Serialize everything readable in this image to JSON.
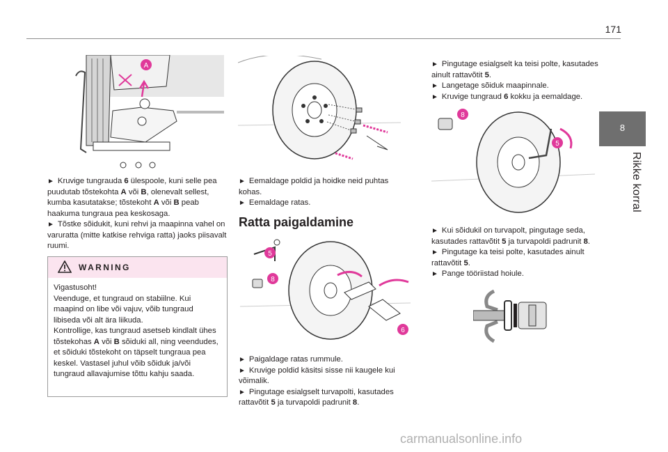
{
  "page": {
    "number": "171",
    "chapter_tab": "8",
    "chapter_title": "Rikke korral",
    "watermark": "carmanualsonline.info"
  },
  "figures": {
    "jack": {
      "callout": "A"
    },
    "bolts": {},
    "mount": {
      "callouts": [
        "5",
        "8",
        "6"
      ]
    },
    "lock": {
      "callouts": [
        "8",
        "5"
      ]
    },
    "bolt_detail": {}
  },
  "col1": {
    "step1": {
      "pre": "Kruvige tungrauda ",
      "b1": "6",
      "mid1": " ülespoole, kuni selle pea puudutab tõstekohta ",
      "b2": "A",
      "mid2": " või ",
      "b3": "B",
      "mid3": ", olenevalt sellest, kumba kasutatakse; tõstekoht ",
      "b4": "A",
      "mid4": " või ",
      "b5": "B",
      "post": " peab haakuma tungraua pea keskosaga."
    },
    "step2": "Tõstke sõidukit, kuni rehvi ja maapinna vahel on varuratta (mitte katkise rehviga ratta) jaoks piisavalt ruumi."
  },
  "warning": {
    "title": "WARNING",
    "line1": "Vigastusoht!",
    "line2": "Veenduge, et tungraud on stabiilne. Kui maapind on libe või vajuv, võib tungraud libiseda või alt ära liikuda.",
    "line3": {
      "pre": "Kontrollige, kas tungraud asetseb kindlalt ühes tõstekohas ",
      "b1": "A",
      "mid": " või ",
      "b2": "B",
      "post": " sõiduki all, ning veendudes, et sõiduki tõstekoht on täpselt tungraua pea keskel. Vastasel juhul võib sõiduk ja/või tungraud allavajumise tõttu kahju saada."
    }
  },
  "col2": {
    "step1": "Eemaldage poldid ja hoidke neid puhtas kohas.",
    "step2": "Eemaldage ratas.",
    "heading": "Ratta paigaldamine",
    "step3": "Paigaldage ratas rummule.",
    "step4": "Kruvige poldid käsitsi sisse nii kaugele kui võimalik.",
    "step5": {
      "pre": "Pingutage esialgselt turvapolti, kasutades rattavõtit ",
      "b1": "5",
      "mid": " ja turvapoldi padrunit ",
      "b2": "8",
      "post": "."
    }
  },
  "col3": {
    "step1": {
      "pre": "Pingutage esialgselt ka teisi polte, kasutades ainult rattavõtit ",
      "b1": "5",
      "post": "."
    },
    "step2": "Langetage sõiduk maapinnale.",
    "step3": {
      "pre": "Kruvige tungraud ",
      "b1": "6",
      "post": " kokku ja eemaldage."
    },
    "step4": {
      "pre": "Kui sõidukil on turvapolt, pingutage seda, kasutades rattavõtit ",
      "b1": "5",
      "mid": " ja turvapoldi padrunit ",
      "b2": "8",
      "post": "."
    },
    "step5": {
      "pre": "Pingutage ka teisi polte, kasutades ainult rattavõtit ",
      "b1": "5",
      "post": "."
    },
    "step6": "Pange tööriistad hoiule."
  },
  "colors": {
    "accent_pink": "#e0399a",
    "warning_bg": "#fbe4ef",
    "tab_gray": "#6f6f6f"
  }
}
